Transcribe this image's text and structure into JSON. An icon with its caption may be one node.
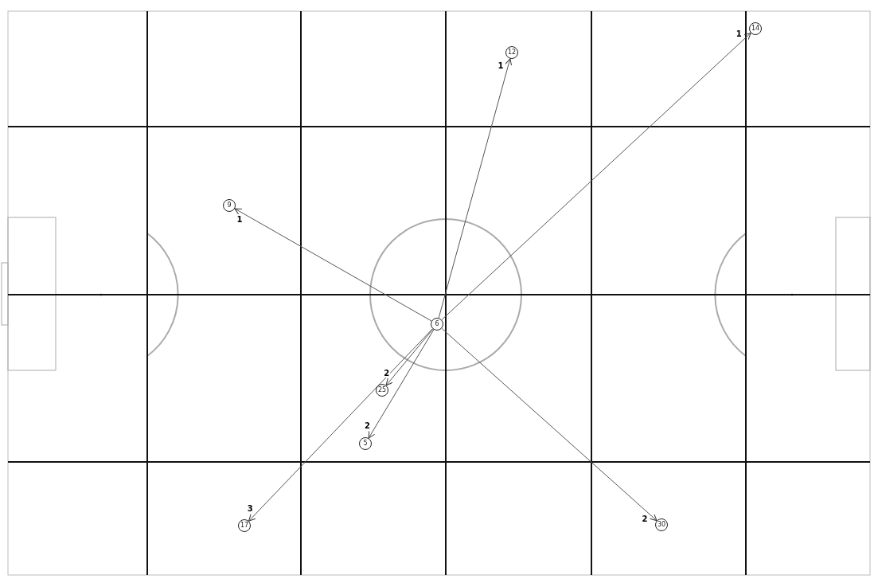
{
  "diagram": {
    "nodes": [
      {
        "text": [
          "14"
        ]
      },
      {
        "text": [
          "12"
        ]
      },
      {
        "text": [
          "9"
        ]
      },
      {
        "text": [
          "6"
        ]
      },
      {
        "text": [
          "25"
        ]
      },
      {
        "text": [
          "5"
        ]
      },
      {
        "text": [
          "17"
        ]
      },
      {
        "text": [
          "30"
        ]
      }
    ],
    "edges": [
      {
        "from": 3,
        "to": 1,
        "arrow": "to",
        "label": "1"
      },
      {
        "from": 3,
        "to": 0,
        "arrow": "to",
        "label": "1"
      },
      {
        "from": 3,
        "to": 2,
        "arrow": "to",
        "label": "1"
      },
      {
        "from": 3,
        "to": 4,
        "arrow": "to",
        "label": "2"
      },
      {
        "from": 3,
        "to": 5,
        "arrow": "to",
        "label": "2"
      },
      {
        "from": 3,
        "to": 6,
        "arrow": "to",
        "label": "3"
      },
      {
        "from": 3,
        "to": 7,
        "arrow": "to",
        "label": "2"
      }
    ]
  }
}
